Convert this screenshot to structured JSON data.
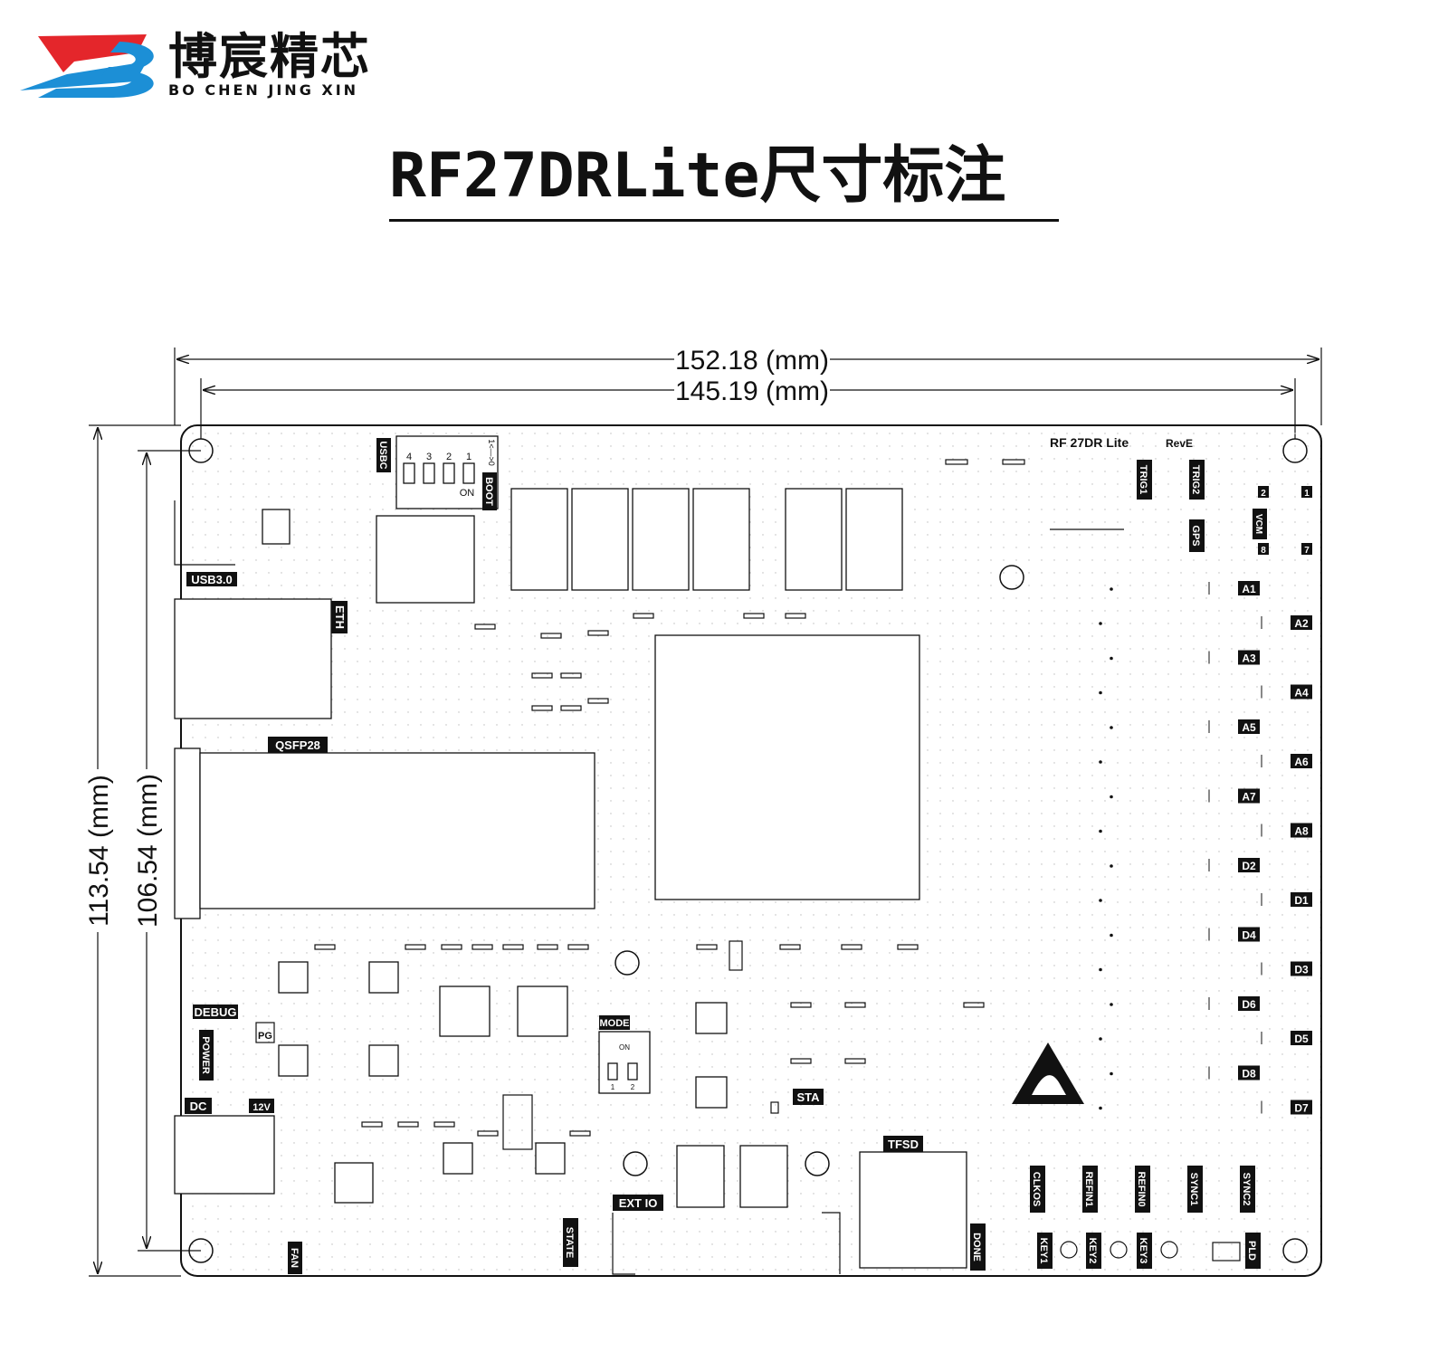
{
  "logo": {
    "name_cn": "博宸精芯",
    "name_en": "BO CHEN JING XIN",
    "brand_colors": {
      "red": "#e4262b",
      "blue": "#1c8fd6"
    }
  },
  "title": "RF27DRLite尺寸标注",
  "dimensions": {
    "width_outer": "152.18 (mm)",
    "width_inner": "145.19 (mm)",
    "height_outer": "113.54 (mm)",
    "height_inner": "106.54 (mm)"
  },
  "board": {
    "silkscreen_name": "RF 27DR Lite",
    "revision": "RevE",
    "labels": {
      "usbc": "USBC",
      "boot": "BOOT",
      "on": "ON",
      "usb30": "USB3.0",
      "eth": "ETH",
      "qsfp28": "QSFP28",
      "debug": "DEBUG",
      "pg": "PG",
      "power": "POWER",
      "dc": "DC",
      "v12": "12V",
      "fan": "FAN",
      "state": "STATE",
      "ext_io": "EXT IO",
      "mode": "MODE",
      "sta": "STA",
      "tfsd": "TFSD",
      "done": "DONE",
      "trig1": "TRIG1",
      "trig2": "TRIG2",
      "gps": "GPS",
      "vcm": "VCM",
      "clkos": "CLKOS",
      "refin1": "REFIN1",
      "refin0": "REFIN0",
      "sync1": "SYNC1",
      "sync2": "SYNC2",
      "key1": "KEY1",
      "key2": "KEY2",
      "key3": "KEY3",
      "pld": "PLD",
      "pin1": "1",
      "pin2": "2",
      "pin7": "7",
      "pin8": "8",
      "boot_sw": [
        "4",
        "3",
        "2",
        "1"
      ],
      "boot_dir": "1<—>0",
      "mode_sw": [
        "1",
        "2"
      ],
      "mode_on": "ON"
    },
    "analog_ports_left": [
      "A1",
      "A3",
      "A5",
      "A7",
      "D2",
      "D4",
      "D6",
      "D8"
    ],
    "analog_ports_right": [
      "A2",
      "A4",
      "A6",
      "A8",
      "D1",
      "D3",
      "D5",
      "D7"
    ]
  }
}
